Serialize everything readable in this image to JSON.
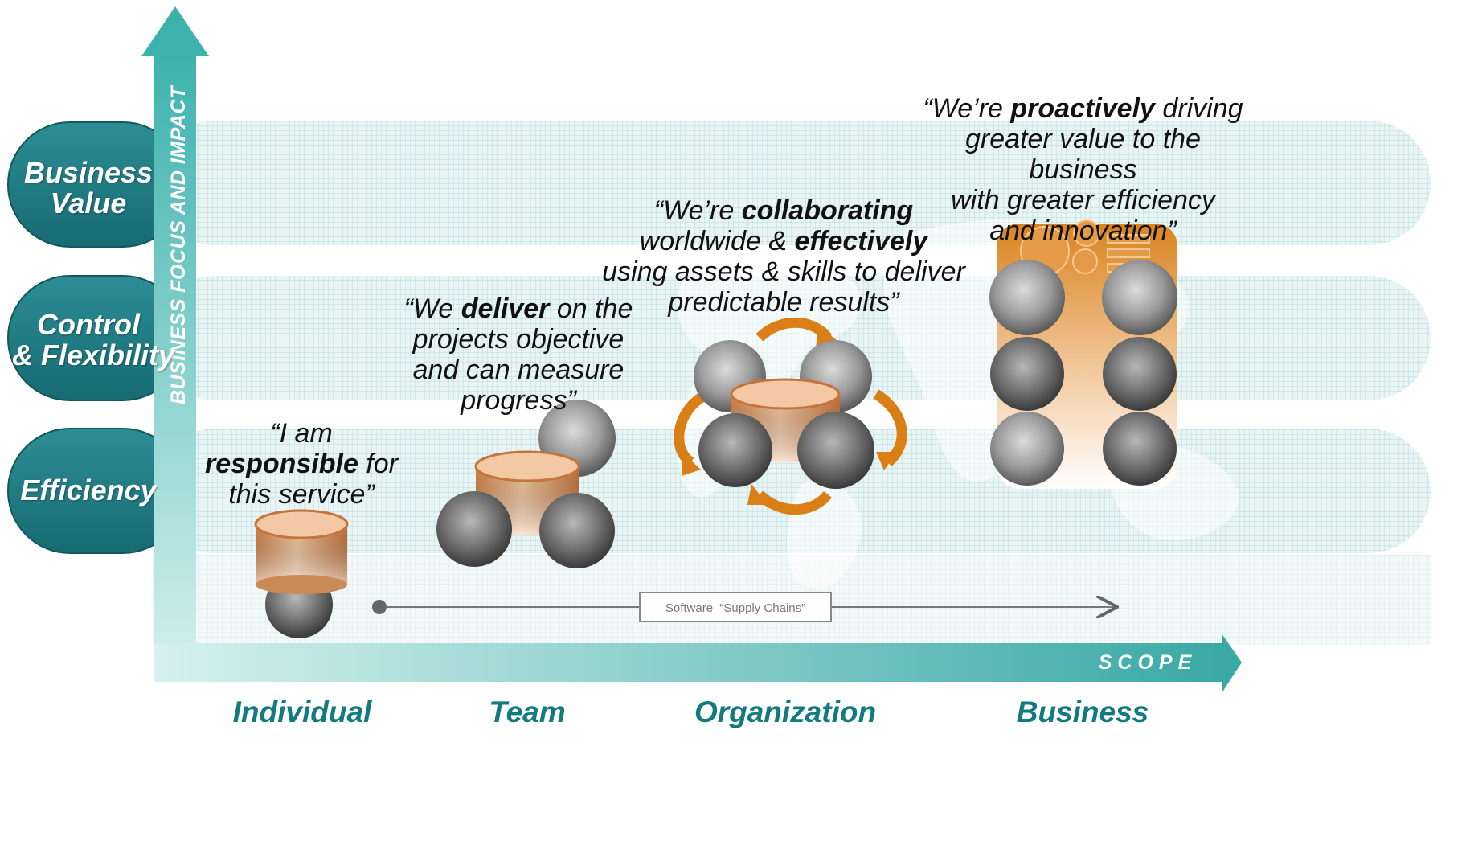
{
  "y_axis": {
    "label": "BUSINESS FOCUS AND IMPACT"
  },
  "x_axis": {
    "label": "SCOPE"
  },
  "levels": [
    {
      "label_line1": "Business",
      "label_line2": "Value"
    },
    {
      "label_line1": "Control",
      "label_line2": "& Flexibility"
    },
    {
      "label_line1": "Efficiency"
    }
  ],
  "scopes": [
    "Individual",
    "Team",
    "Organization",
    "Business"
  ],
  "quotes": {
    "individual": {
      "l1": "“I am",
      "l2_bold": "responsible",
      "l2_rest": " for",
      "l3": "this service”"
    },
    "team": {
      "l1_pre": "“We ",
      "l1_bold": "deliver",
      "l1_post": " on the",
      "l2": "projects objective",
      "l3": "and can measure",
      "l4": "progress”"
    },
    "organization": {
      "l1_pre": "“We’re ",
      "l1_bold": "collaborating",
      "l2_pre": "worldwide & ",
      "l2_bold": "effectively",
      "l3": "using assets & skills to deliver",
      "l4": "predictable results”"
    },
    "business": {
      "l1_pre": "“We’re ",
      "l1_bold": "proactively",
      "l1_post": " driving",
      "l2": "greater value to the business",
      "l3": "with greater efficiency",
      "l4": "and innovation”"
    }
  },
  "supply_chain": {
    "label": "Software  “Supply Chains”"
  },
  "colors": {
    "teal_dark": "#1b6f78",
    "teal": "#3bb3ad",
    "teal_light": "#c7ecea",
    "orange": "#d97f16",
    "orange_light": "#f6c58a"
  }
}
